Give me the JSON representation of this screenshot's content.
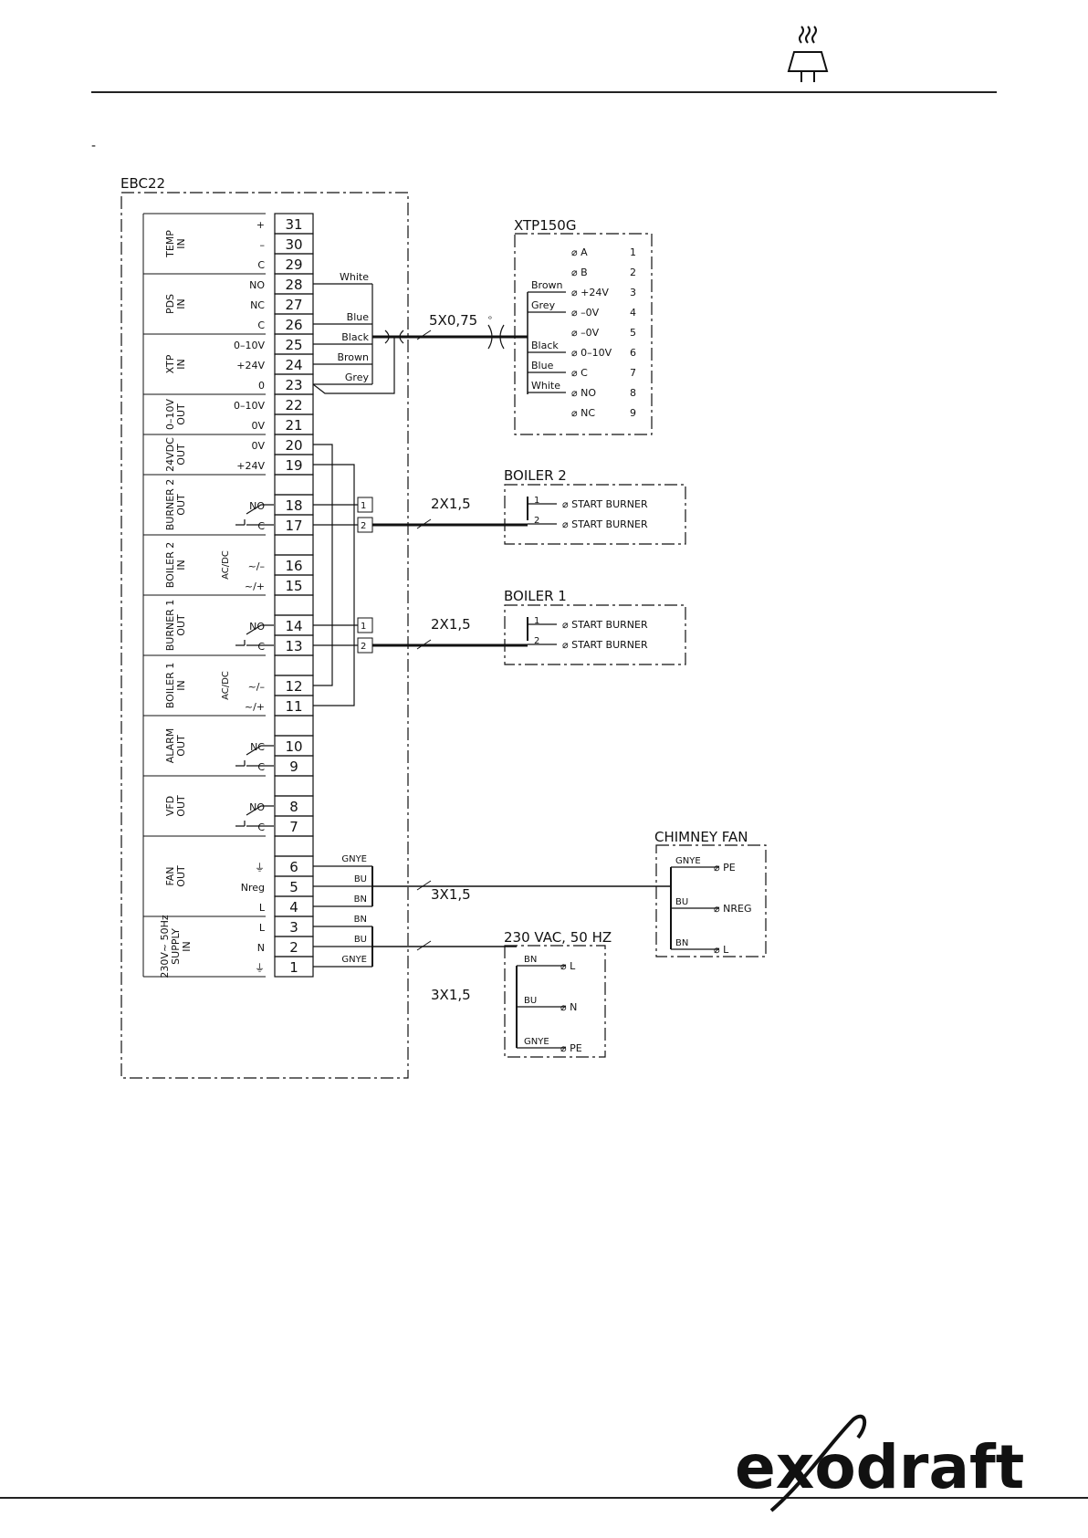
{
  "header": {
    "icon": "chimney-cap-icon",
    "mark": "-"
  },
  "brand": {
    "name": "exodraft"
  },
  "controller": {
    "name": "EBC22",
    "terminals": [
      {
        "n": "31",
        "sig": "+"
      },
      {
        "n": "30",
        "sig": "–"
      },
      {
        "n": "29",
        "sig": "C"
      },
      {
        "n": "28",
        "sig": "NO"
      },
      {
        "n": "27",
        "sig": "NC"
      },
      {
        "n": "26",
        "sig": "C"
      },
      {
        "n": "25",
        "sig": "0–10V"
      },
      {
        "n": "24",
        "sig": "+24V"
      },
      {
        "n": "23",
        "sig": "0"
      },
      {
        "n": "22",
        "sig": "0–10V"
      },
      {
        "n": "21",
        "sig": "0V"
      },
      {
        "n": "20",
        "sig": "0V"
      },
      {
        "n": "19",
        "sig": "+24V"
      },
      {
        "n": "",
        "sig": ""
      },
      {
        "n": "18",
        "sig": "NO"
      },
      {
        "n": "17",
        "sig": "C"
      },
      {
        "n": "",
        "sig": ""
      },
      {
        "n": "16",
        "sig": "~/–"
      },
      {
        "n": "15",
        "sig": "~/+"
      },
      {
        "n": "",
        "sig": ""
      },
      {
        "n": "14",
        "sig": "NO"
      },
      {
        "n": "13",
        "sig": "C"
      },
      {
        "n": "",
        "sig": ""
      },
      {
        "n": "12",
        "sig": "~/–"
      },
      {
        "n": "11",
        "sig": "~/+"
      },
      {
        "n": "",
        "sig": ""
      },
      {
        "n": "10",
        "sig": "NC"
      },
      {
        "n": "9",
        "sig": "C"
      },
      {
        "n": "",
        "sig": ""
      },
      {
        "n": "8",
        "sig": "NO"
      },
      {
        "n": "7",
        "sig": "C"
      },
      {
        "n": "",
        "sig": ""
      },
      {
        "n": "6",
        "sig": "⏚"
      },
      {
        "n": "5",
        "sig": "Nreg"
      },
      {
        "n": "4",
        "sig": "L"
      },
      {
        "n": "3",
        "sig": "L"
      },
      {
        "n": "2",
        "sig": "N"
      },
      {
        "n": "1",
        "sig": "⏚"
      }
    ],
    "groups": [
      {
        "l1": "TEMP",
        "l2": "IN"
      },
      {
        "l1": "PDS",
        "l2": "IN"
      },
      {
        "l1": "XTP",
        "l2": "IN"
      },
      {
        "l1": "0–10V",
        "l2": "OUT"
      },
      {
        "l1": "24VDC",
        "l2": "OUT"
      },
      {
        "l1": "BURNER 2",
        "l2": "OUT"
      },
      {
        "l1": "BOILER 2",
        "l2": "IN",
        "side": "AC/DC"
      },
      {
        "l1": "BURNER 1",
        "l2": "OUT"
      },
      {
        "l1": "BOILER 1",
        "l2": "IN",
        "side": "AC/DC"
      },
      {
        "l1": "ALARM",
        "l2": "OUT"
      },
      {
        "l1": "VFD",
        "l2": "OUT"
      },
      {
        "l1": "FAN",
        "l2": "OUT"
      },
      {
        "l1": "230V~ 50Hz",
        "l2": "SUPPLY",
        "l3": "IN"
      }
    ]
  },
  "xtp_wires": [
    "White",
    "Blue",
    "Black",
    "Brown",
    "Grey"
  ],
  "xtp_cable": "5X0,75",
  "xtp150g": {
    "name": "XTP150G",
    "pins": [
      {
        "label": "A",
        "n": "1"
      },
      {
        "label": "B",
        "n": "2"
      },
      {
        "label": "+24V",
        "n": "3"
      },
      {
        "label": "–0V",
        "n": "4"
      },
      {
        "label": "–0V",
        "n": "5"
      },
      {
        "label": "0–10V",
        "n": "6"
      },
      {
        "label": "C",
        "n": "7"
      },
      {
        "label": "NO",
        "n": "8"
      },
      {
        "label": "NC",
        "n": "9"
      }
    ],
    "wires": [
      "Brown",
      "Grey",
      "Black",
      "Blue",
      "White"
    ]
  },
  "boiler2": {
    "name": "BOILER 2",
    "cable": "2X1,5",
    "pins": [
      "START BURNER",
      "START BURNER"
    ],
    "conn": [
      "1",
      "2"
    ]
  },
  "boiler1": {
    "name": "BOILER 1",
    "cable": "2X1,5",
    "pins": [
      "START BURNER",
      "START BURNER"
    ],
    "conn": [
      "1",
      "2"
    ]
  },
  "fan_wires": [
    "GNYE",
    "BU",
    "BN"
  ],
  "fan_cable": "3X1,5",
  "chimney_fan": {
    "name": "CHIMNEY FAN",
    "wires": [
      "GNYE",
      "BU",
      "BN"
    ],
    "pins": [
      "PE",
      "NREG",
      "L"
    ]
  },
  "supply_wires": [
    "BN",
    "BU",
    "GNYE"
  ],
  "supply_cable": "3X1,5",
  "supply": {
    "name": "230 VAC, 50 HZ",
    "wires": [
      "BN",
      "BU",
      "GNYE"
    ],
    "pins": [
      "L",
      "N",
      "PE"
    ]
  },
  "shield_mark": "ᵒ"
}
